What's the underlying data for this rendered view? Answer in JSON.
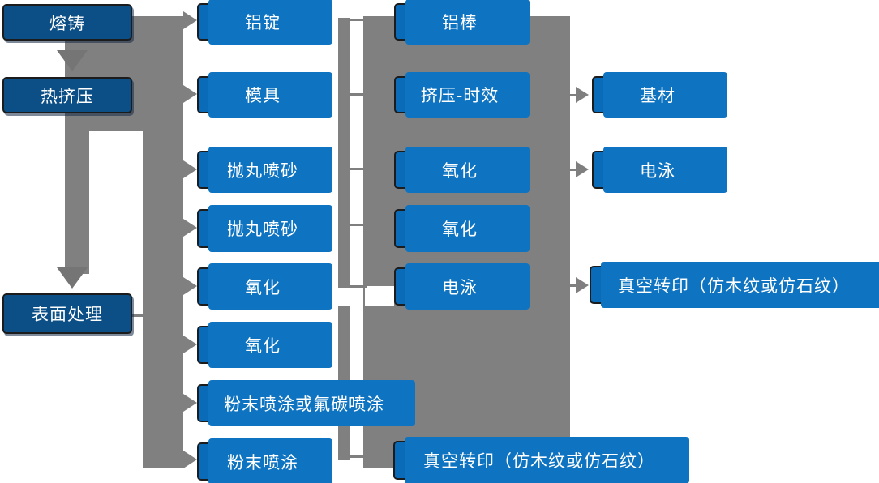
{
  "diagram": {
    "description": "Aluminum profile production process flowchart",
    "colors": {
      "bright_box_blue": "#0a6cb9",
      "bright_box_echo": "#0e73c0",
      "dark_box_blue": "#0c4f86",
      "connector_gray": "#808080",
      "box_border": "#1c1c1c",
      "text": "#ffffff"
    },
    "flow": {
      "stage1": [
        {
          "label": "熔铸"
        },
        {
          "label": "热挤压"
        },
        {
          "label": "表面处理"
        }
      ],
      "stage2": [
        {
          "label": "铝锭"
        },
        {
          "label": "模具"
        },
        {
          "label": "抛丸喷砂"
        },
        {
          "label": "抛丸喷砂"
        },
        {
          "label": "氧化"
        },
        {
          "label": "氧化"
        },
        {
          "label": "粉末喷涂或氟碳喷涂"
        },
        {
          "label": "粉末喷涂"
        }
      ],
      "stage3": [
        {
          "label": "铝棒"
        },
        {
          "label": "挤压-时效"
        },
        {
          "label": "氧化"
        },
        {
          "label": "氧化"
        },
        {
          "label": "电泳"
        },
        {
          "label": "真空转印（仿木纹或仿石纹）"
        }
      ],
      "stage4": [
        {
          "label": "基材"
        },
        {
          "label": "电泳"
        },
        {
          "label": "真空转印（仿木纹或仿石纹）"
        }
      ]
    }
  }
}
